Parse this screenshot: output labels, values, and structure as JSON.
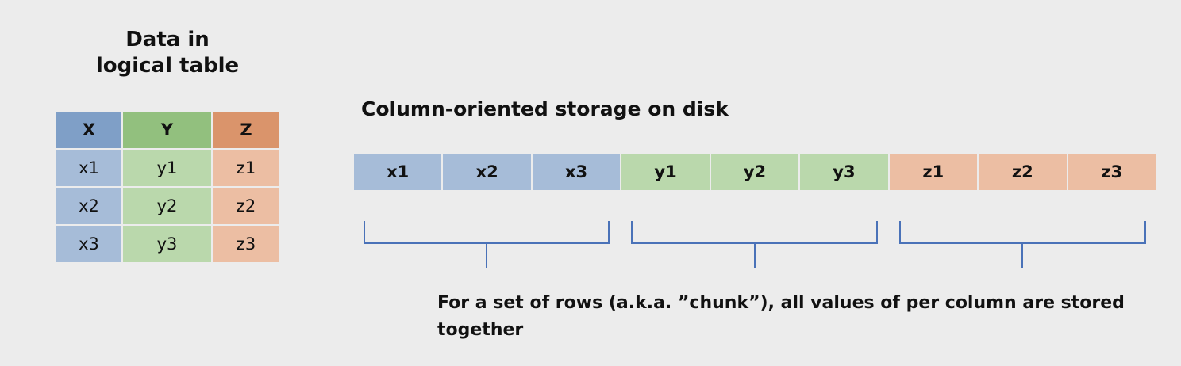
{
  "table_section": {
    "title_line1": "Data in",
    "title_line2": "logical table",
    "headers": [
      "X",
      "Y",
      "Z"
    ],
    "rows": [
      [
        "x1",
        "y1",
        "z1"
      ],
      [
        "x2",
        "y2",
        "z2"
      ],
      [
        "x3",
        "y3",
        "z3"
      ]
    ]
  },
  "storage_section": {
    "title": "Column-oriented storage on disk",
    "cells": [
      "x1",
      "x2",
      "x3",
      "y1",
      "y2",
      "y3",
      "z1",
      "z2",
      "z3"
    ],
    "caption": "For a set of rows (a.k.a. ”chunk”), all values of per column are stored together"
  },
  "colors": {
    "x_header": "#7f9fc7",
    "x_cell": "#a6bcd8",
    "y_header": "#92c07e",
    "y_cell": "#bad8ac",
    "z_header": "#da946b",
    "z_cell": "#ecbea3",
    "bracket": "#4a72b8"
  }
}
